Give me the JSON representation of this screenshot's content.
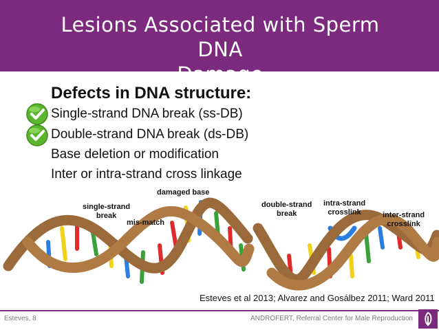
{
  "title_line1": "Lesions Associated with Sperm DNA",
  "title_line2": "Damage",
  "heading": "Defects in DNA structure:",
  "bullets": [
    {
      "text": "Single-strand DNA break (ss-DB)",
      "checked": true
    },
    {
      "text": "Double-strand DNA break (ds-DB)",
      "checked": true
    },
    {
      "text": "Base deletion or modification",
      "checked": false
    },
    {
      "text": "Inter or intra-strand cross linkage",
      "checked": false
    }
  ],
  "diagram_labels": {
    "damaged_base": "damaged base",
    "single_strand_1": "single-strand",
    "single_strand_2": "break",
    "mismatch": "mis-match",
    "double_strand_1": "double-strand",
    "double_strand_2": "break",
    "intra_1": "intra-strand",
    "intra_2": "crosslink",
    "inter_1": "inter-strand",
    "inter_2": "crosslink"
  },
  "citation": "Esteves et al 2013; Alvarez and Gosálbez 2011; Ward 2011",
  "footer_left": "Esteves, 8",
  "footer_right": "ANDROFERT, Referral Center for Male Reproduction",
  "colors": {
    "accent": "#7b2a7e",
    "check": "#5bb52f",
    "strand": "#9b6a3a"
  }
}
